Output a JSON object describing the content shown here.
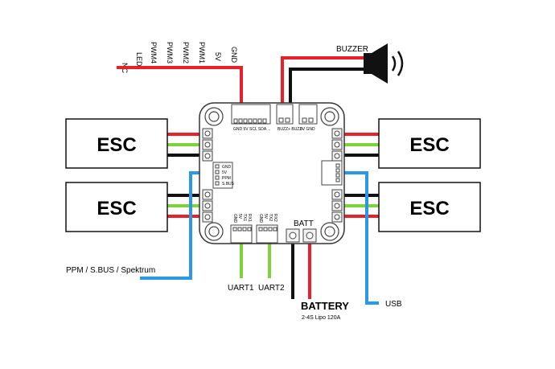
{
  "colors": {
    "red": "#e8202a",
    "black": "#111111",
    "green": "#7ed23a",
    "blue": "#2a98e6",
    "board_stroke": "#333333",
    "pad_fill": "#f2f2f2"
  },
  "pinout": [
    "NC",
    "LED",
    "PWM4",
    "PWM3",
    "PWM2",
    "PWM1",
    "5V",
    "GND"
  ],
  "buzzer": {
    "label": "BUZZER",
    "icon": "speaker-icon"
  },
  "esc": [
    {
      "label": "ESC"
    },
    {
      "label": "ESC"
    },
    {
      "label": "ESC"
    },
    {
      "label": "ESC"
    }
  ],
  "connectors": {
    "top_main": "GND 5V SCL SDA ...",
    "buzzer_mark": "BUZZ+ BUZZ-",
    "top_right": "5V GND",
    "receiver": [
      "GND",
      "5V",
      "PPM",
      "S.BUS"
    ],
    "uart1": [
      "GND",
      "5V",
      "TX1",
      "RX1"
    ],
    "uart2": [
      "GND",
      "5V",
      "TX2",
      "RX2"
    ],
    "batt": "BATT"
  },
  "labels": {
    "ppm": "PPM / S.BUS / Spektrum",
    "uart1": "UART1",
    "uart2": "UART2",
    "battery": "BATTERY",
    "battery_spec": "2-4S Lipo  120A",
    "usb": "USB"
  }
}
